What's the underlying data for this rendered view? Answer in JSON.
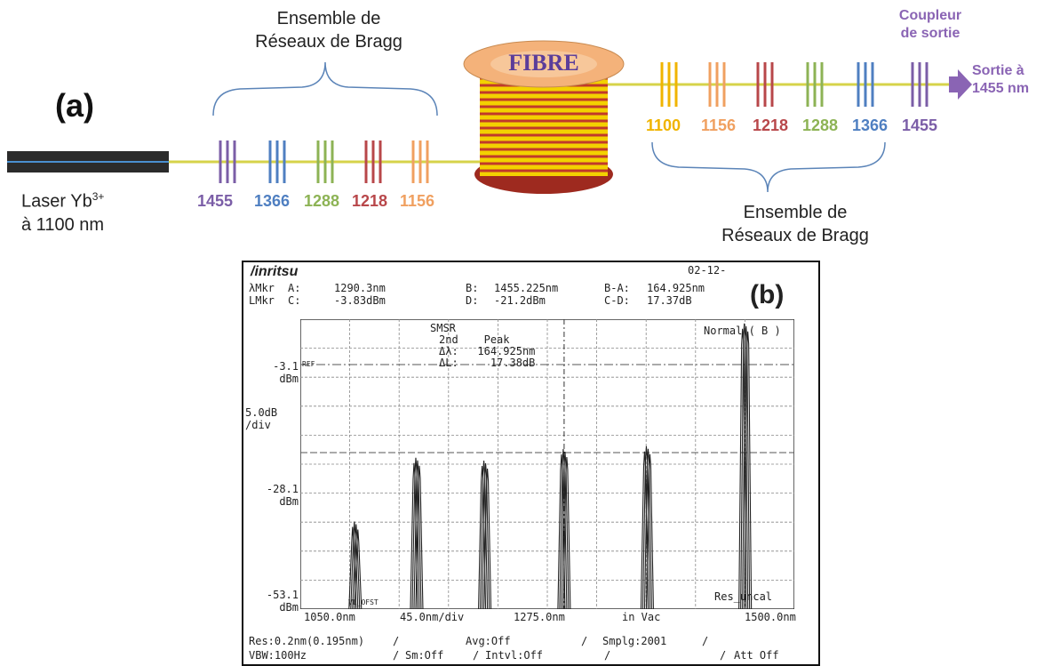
{
  "panel_a": {
    "label": "(a)",
    "laser_label_line1": "Laser Yb",
    "laser_label_sup": "3+",
    "laser_label_line2": "à 1100 nm",
    "bragg_group_1": {
      "title_line1": "Ensemble de",
      "title_line2": "Réseaux de Bragg",
      "gratings": [
        {
          "label": "1455",
          "color": "#7b5ea7"
        },
        {
          "label": "1366",
          "color": "#4f7fc1"
        },
        {
          "label": "1288",
          "color": "#8db355"
        },
        {
          "label": "1218",
          "color": "#b8474a"
        },
        {
          "label": "1156",
          "color": "#f0a060"
        }
      ]
    },
    "fiber_label": "FIBRE",
    "bragg_group_2": {
      "title_line1": "Ensemble de",
      "title_line2": "Réseaux de Bragg",
      "gratings": [
        {
          "label": "1100",
          "color": "#f0b400"
        },
        {
          "label": "1156",
          "color": "#f0a060"
        },
        {
          "label": "1218",
          "color": "#b8474a"
        },
        {
          "label": "1288",
          "color": "#8db355"
        },
        {
          "label": "1366",
          "color": "#4f7fc1"
        }
      ]
    },
    "output_coupler": {
      "title_line1": "Coupleur",
      "title_line2": "de sortie",
      "label": "1455",
      "color": "#7b5ea7"
    },
    "output_label_line1": "Sortie à",
    "output_label_line2": "1455 nm",
    "colors": {
      "fiber_line": "#d6d34a",
      "fiber_spool_yellow": "#f3d100",
      "fiber_spool_red": "#c0392b",
      "arrow": "#8a64b4"
    }
  },
  "panel_b": {
    "label": "(b)",
    "brand": "/inritsu",
    "date": "02-12-",
    "readout": {
      "row1": {
        "key": "λMkr",
        "a_key": "A:",
        "a_val": "1290.3nm",
        "b_key": "B:",
        "b_val": "1455.225nm",
        "ba_key": "B-A:",
        "ba_val": "164.925nm"
      },
      "row2": {
        "key": "LMkr",
        "c_key": "C:",
        "c_val": "-3.83dBm",
        "d_key": "D:",
        "d_val": "-21.2dBm",
        "cd_key": "C-D:",
        "cd_val": "17.37dB"
      }
    },
    "smsr": {
      "title": "SMSR",
      "col1": "2nd",
      "col2": "Peak",
      "dl_key": "Δλ:",
      "dl_val": "164.925nm",
      "dL_key": "ΔL:",
      "dL_val": "17.38dB"
    },
    "mode": "Normal ( B )",
    "ref_tag": "REF",
    "vl_ofst": "VL_OFST",
    "res_uncal": "Res_uncal",
    "y_labels": {
      "top_val": "-3.1",
      "top_unit": "dBm",
      "scale": "5.0dB",
      "scale_unit": "/div",
      "mid_val": "-28.1",
      "mid_unit": "dBm",
      "bot_val": "-53.1",
      "bot_unit": "dBm"
    },
    "x_labels": {
      "start": "1050.0nm",
      "span": "45.0nm/div",
      "center": "1275.0nm",
      "medium": "in Vac",
      "end": "1500.0nm"
    },
    "footer": {
      "res": "Res:0.2nm(0.195nm)",
      "avg": "Avg:Off",
      "smplg": "Smplg:2001",
      "vbw": "VBW:100Hz",
      "sm": "Sm:Off",
      "intvl": "Intvl:Off",
      "att": "Att Off"
    }
  },
  "chart_data": {
    "type": "line",
    "xlim": [
      1050,
      1500
    ],
    "ylim": [
      -53.1,
      -3.1
    ],
    "series": [
      {
        "values": [
          {
            "x": 1100,
            "y": -38.0
          },
          {
            "x": 1156,
            "y": -27.0
          },
          {
            "x": 1218,
            "y": -27.5
          },
          {
            "x": 1290.3,
            "y": -25.5
          },
          {
            "x": 1366,
            "y": -25.0
          },
          {
            "x": 1455.2,
            "y": -3.83
          }
        ]
      }
    ]
  }
}
